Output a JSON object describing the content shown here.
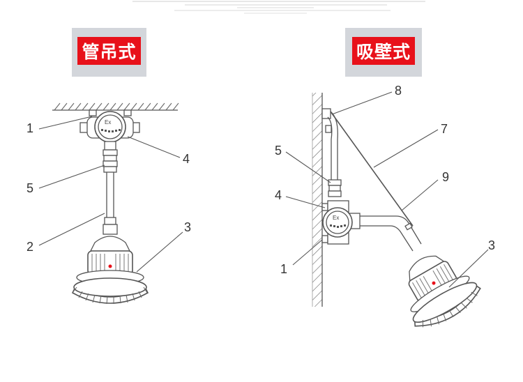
{
  "titles": {
    "left": "管吊式",
    "right": "吸壁式"
  },
  "colors": {
    "label_bg": "#e8111a",
    "label_frame": "#d3d6db",
    "line": "#555555"
  },
  "left_diagram": {
    "callouts": [
      "1",
      "4",
      "5",
      "2",
      "3"
    ],
    "box_mark": "Ex"
  },
  "right_diagram": {
    "callouts": [
      "8",
      "7",
      "5",
      "9",
      "4",
      "1",
      "3"
    ],
    "box_mark": "Ex"
  }
}
